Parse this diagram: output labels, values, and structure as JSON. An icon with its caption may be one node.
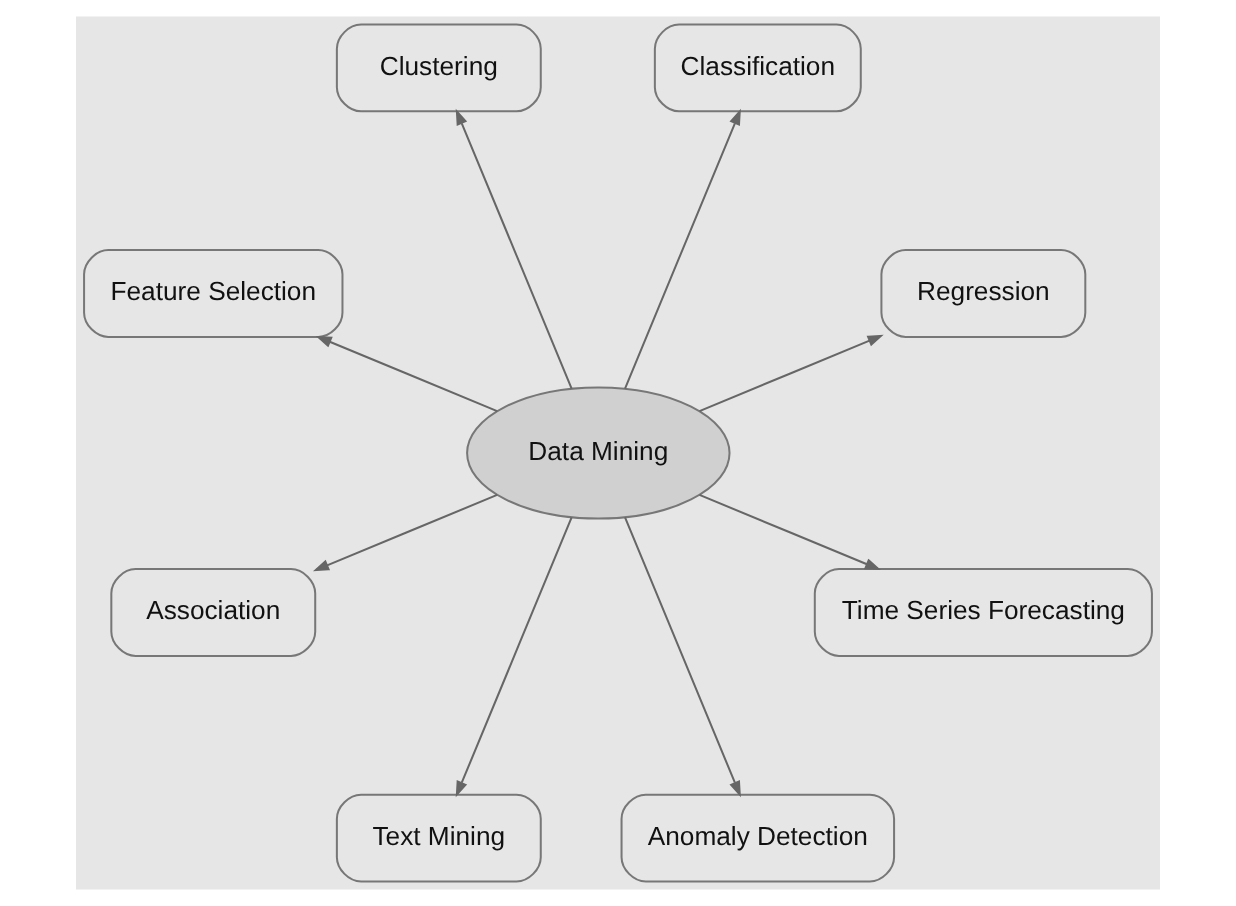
{
  "diagram": {
    "nodes": [
      {
        "text": [
          "Regression"
        ]
      },
      {
        "text": [
          "Classification"
        ]
      },
      {
        "text": [
          "Clustering"
        ]
      },
      {
        "text": [
          "Feature Selection"
        ]
      },
      {
        "text": [
          "Data Mining"
        ]
      },
      {
        "text": [
          "Association"
        ]
      },
      {
        "text": [
          "Text Mining"
        ]
      },
      {
        "text": [
          "Anomaly Detection"
        ]
      },
      {
        "text": [
          "Time Series Forecasting"
        ]
      }
    ],
    "edges": [
      {
        "from": 4,
        "to": 0,
        "arrow": "to"
      },
      {
        "from": 4,
        "to": 1,
        "arrow": "to"
      },
      {
        "from": 4,
        "to": 2,
        "arrow": "to"
      },
      {
        "from": 4,
        "to": 3,
        "arrow": "to"
      },
      {
        "from": 4,
        "to": 5,
        "arrow": "to"
      },
      {
        "from": 4,
        "to": 6,
        "arrow": "to"
      },
      {
        "from": 4,
        "to": 7,
        "arrow": "to"
      },
      {
        "from": 4,
        "to": 8,
        "arrow": "to"
      }
    ]
  }
}
